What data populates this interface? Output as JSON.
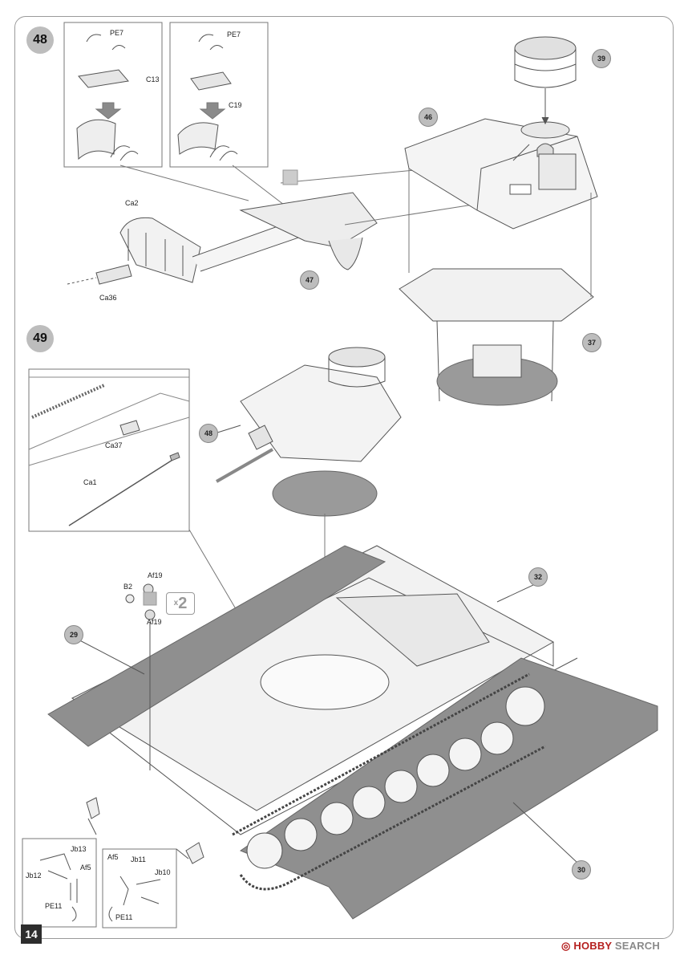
{
  "page": {
    "number": "14"
  },
  "steps": {
    "s48": "48",
    "s49": "49"
  },
  "step48": {
    "inset_left": {
      "pe": "PE7",
      "part": "C13"
    },
    "inset_right": {
      "pe": "PE7",
      "part": "C19"
    },
    "parts": {
      "ca2": "Ca2",
      "ca36": "Ca36"
    },
    "callouts": {
      "c39": "39",
      "c46": "46",
      "c47": "47",
      "c37": "37"
    }
  },
  "step49": {
    "parts": {
      "ca37": "Ca37",
      "ca1": "Ca1",
      "b2": "B2",
      "af19a": "Af19",
      "af19b": "Af19"
    },
    "quantity": "2",
    "callouts": {
      "c48": "48",
      "c32": "32",
      "c29": "29",
      "c30": "30"
    },
    "inset_left": {
      "jb13": "Jb13",
      "jb12": "Jb12",
      "af5": "Af5",
      "pe11": "PE11"
    },
    "inset_right": {
      "af5": "Af5",
      "jb11": "Jb11",
      "jb10": "Jb10",
      "pe11": "PE11"
    }
  },
  "watermark": {
    "brand": "HOBBY",
    "search": "SEARCH"
  }
}
